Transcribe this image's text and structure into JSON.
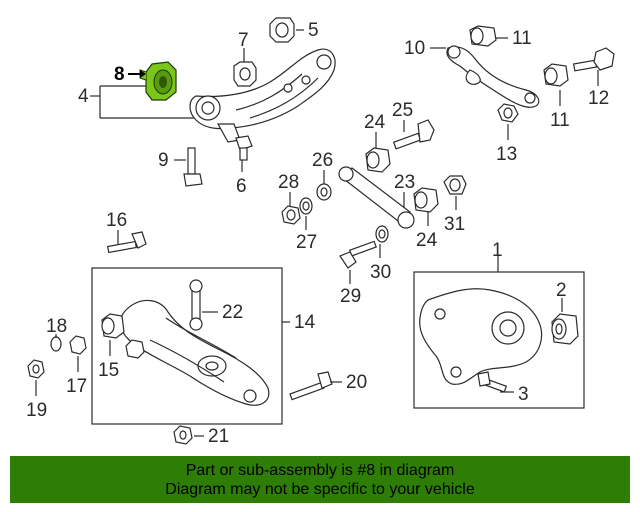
{
  "diagram": {
    "highlight_color": "#7cc61a",
    "callouts": {
      "c1": "1",
      "c2": "2",
      "c3": "3",
      "c4": "4",
      "c5": "5",
      "c6": "6",
      "c7": "7",
      "c8": "8",
      "c9": "9",
      "c10": "10",
      "c11a": "11",
      "c11b": "11",
      "c12": "12",
      "c13": "13",
      "c14": "14",
      "c15": "15",
      "c16": "16",
      "c17": "17",
      "c18": "18",
      "c19": "19",
      "c20": "20",
      "c21": "21",
      "c22": "22",
      "c23": "23",
      "c24a": "24",
      "c24b": "24",
      "c25": "25",
      "c26": "26",
      "c27": "27",
      "c28": "28",
      "c29": "29",
      "c30": "30",
      "c31": "31"
    }
  },
  "footer": {
    "line1": "Part or sub-assembly is #8 in diagram",
    "line2": "Diagram may not be specific to your vehicle",
    "background": "#2e7d06"
  }
}
